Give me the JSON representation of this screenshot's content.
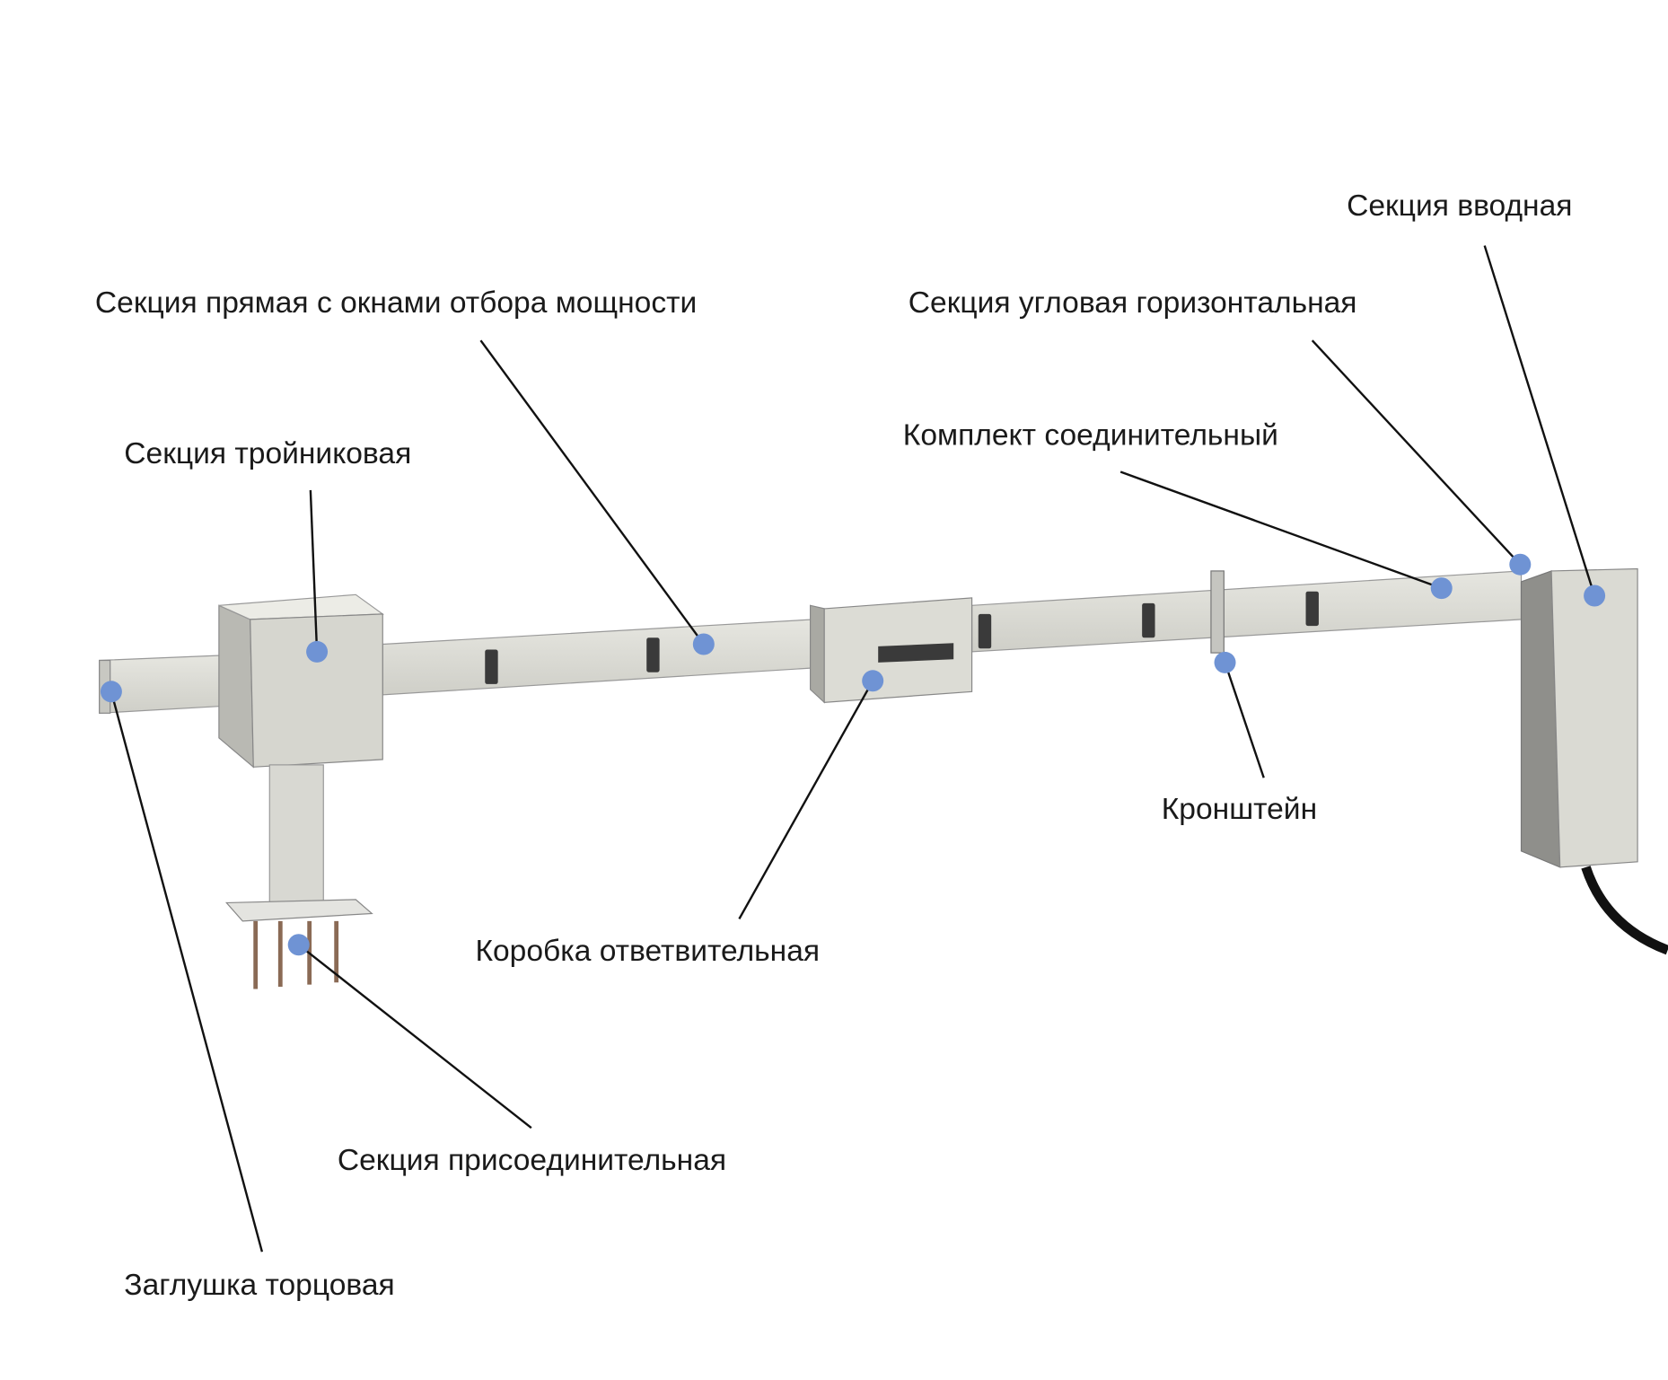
{
  "diagram": {
    "labels": {
      "input_section": "Секция вводная",
      "straight_section": "Секция прямая с окнами отбора мощности",
      "corner_section": "Секция угловая горизонтальная",
      "joint_kit": "Комплект соединительный",
      "tee_section": "Секция тройниковая",
      "bracket": "Кронштейн",
      "tap_box": "Коробка ответвительная",
      "connection_section": "Секция присоединительная",
      "end_cap": "Заглушка торцовая"
    },
    "colors": {
      "marker": "#6f93d4",
      "housing": "#d9d9d2",
      "housing_shadow": "#a9a9a3",
      "window": "#3a3a3a"
    }
  }
}
